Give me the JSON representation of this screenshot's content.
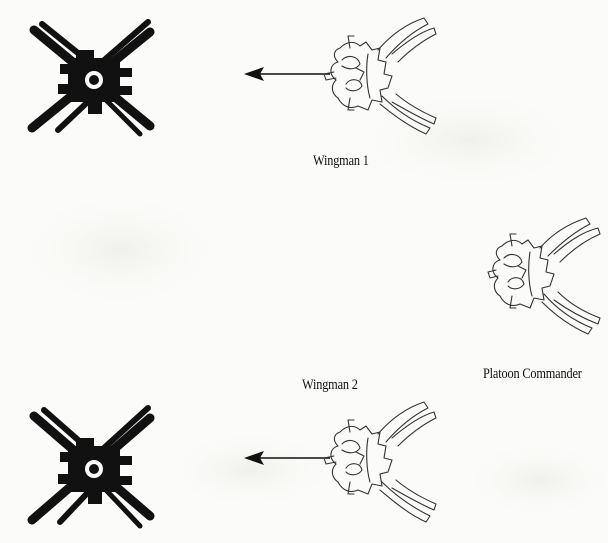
{
  "labels": {
    "wingman_1": "Wingman 1",
    "wingman_2": "Wingman 2",
    "platoon_commander": "Platoon Commander"
  },
  "units": [
    {
      "name": "enemy-tank-top",
      "style": "solid-black"
    },
    {
      "name": "wingman-1",
      "style": "outline"
    },
    {
      "name": "platoon-commander",
      "style": "outline"
    },
    {
      "name": "enemy-tank-bottom",
      "style": "solid-black"
    },
    {
      "name": "wingman-2",
      "style": "outline"
    }
  ],
  "colors": {
    "ink": "#111111",
    "background": "#fbfbf9"
  }
}
